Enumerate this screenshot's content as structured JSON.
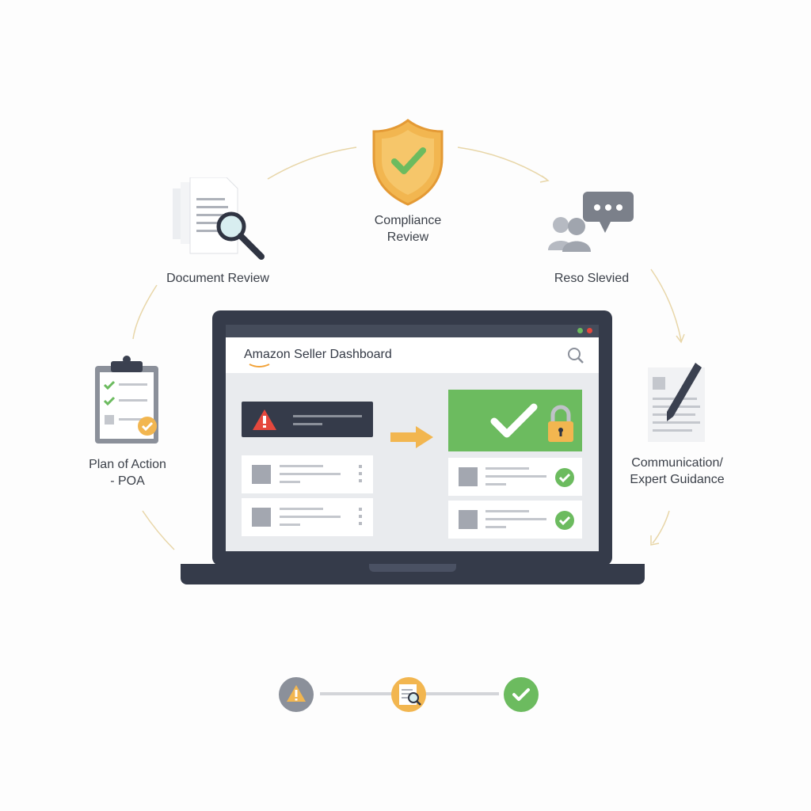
{
  "steps": {
    "compliance_review": "Compliance Review",
    "document_review": "Document Review",
    "reso_slevied": "Reso Slevied",
    "plan_of_action_line1": "Plan of Action",
    "plan_of_action_line2": "- POA",
    "communication_line1": "Communication/",
    "communication_line2": "Expert Guidance"
  },
  "dashboard": {
    "title": "Amazon Seller Dashboard"
  },
  "colors": {
    "green": "#6cbb5f",
    "amber": "#f2b650",
    "dark": "#353b4a",
    "red": "#e5483d"
  }
}
